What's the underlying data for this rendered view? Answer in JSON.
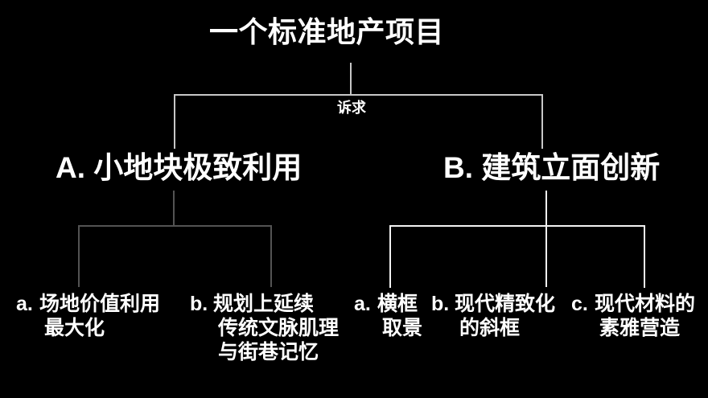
{
  "diagram": {
    "root": {
      "label": "一个标准地产项目"
    },
    "edge_label": "诉求",
    "branch_a": {
      "label": "A. 小地块极致利用",
      "children": [
        {
          "prefix": "a.",
          "lines": [
            "场地价值利用",
            "最大化",
            ""
          ]
        },
        {
          "prefix": "b.",
          "lines": [
            "规划上延续",
            "传统文脉肌理",
            "与街巷记忆"
          ]
        }
      ]
    },
    "branch_b": {
      "label": "B. 建筑立面创新",
      "children": [
        {
          "prefix": "a.",
          "lines": [
            "横框",
            "取景"
          ]
        },
        {
          "prefix": "b.",
          "lines": [
            "现代精致化",
            "的斜框"
          ]
        },
        {
          "prefix": "c.",
          "lines": [
            "现代材料的",
            "素雅营造"
          ]
        }
      ]
    }
  },
  "colors": {
    "background": "#000000",
    "text": "#ffffff",
    "connector_top": "#c7c7c7",
    "connector_a": "#535353",
    "connector_b": "#f2f2f2"
  }
}
